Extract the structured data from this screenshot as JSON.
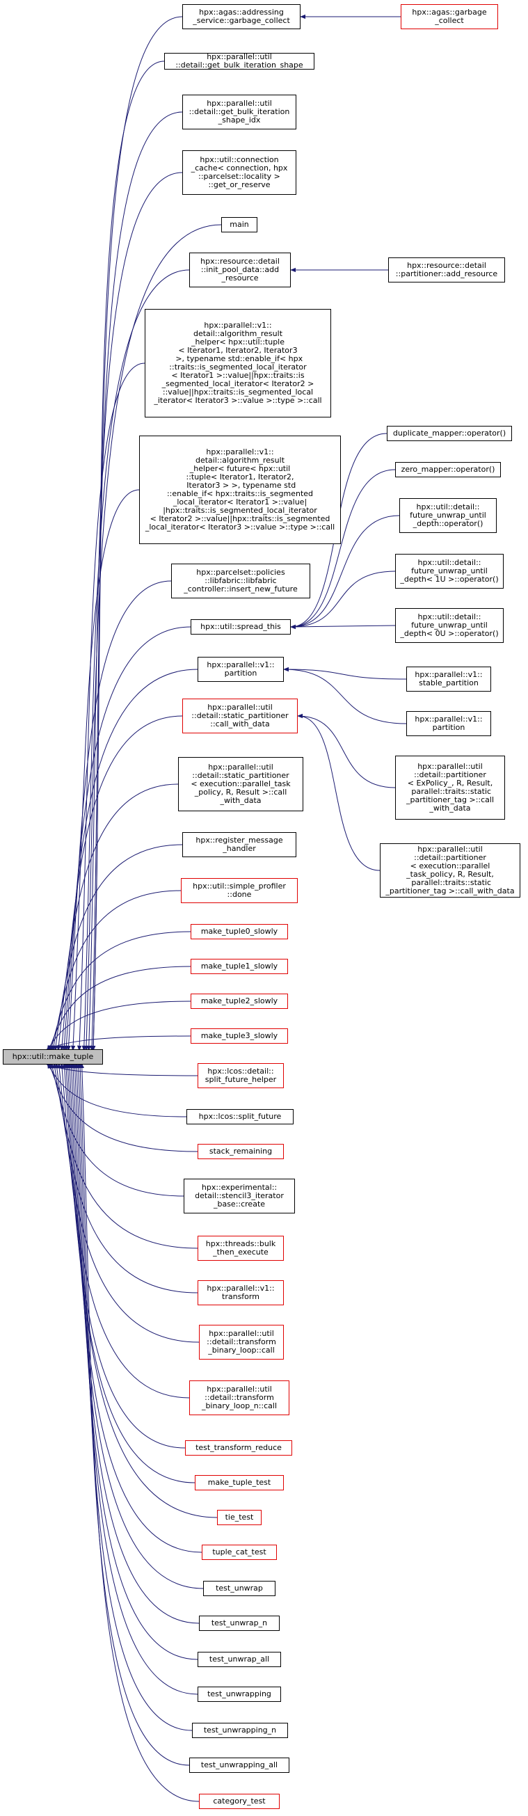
{
  "focus": {
    "label": "hpx::util::make_tuple"
  },
  "colors": {
    "edge": "#191970",
    "red_border": "#e00000",
    "black_border": "#000000",
    "focus_fill": "#bfbfbf"
  },
  "callers": [
    {
      "key": "addr_gc",
      "label": "hpx::agas::addressing\n_service::garbage_collect",
      "red": false
    },
    {
      "key": "bulk_shape",
      "label": "hpx::parallel::util\n::detail::get_bulk_iteration_shape",
      "red": false
    },
    {
      "key": "bulk_idx",
      "label": "hpx::parallel::util\n::detail::get_bulk_iteration\n_shape_idx",
      "red": false
    },
    {
      "key": "conn_cache",
      "label": "hpx::util::connection\n_cache< connection, hpx\n::parcelset::locality >\n::get_or_reserve",
      "red": false
    },
    {
      "key": "main",
      "label": "main",
      "red": false
    },
    {
      "key": "init_pool",
      "label": "hpx::resource::detail\n::init_pool_data::add\n_resource",
      "red": false
    },
    {
      "key": "algo_res1",
      "label": "hpx::parallel::v1::\ndetail::algorithm_result\n_helper< hpx::util::tuple\n< Iterator1, Iterator2, Iterator3\n >, typename std::enable_if< hpx\n::traits::is_segmented_local_iterator\n< Iterator1 >::value||hpx::traits::is\n_segmented_local_iterator< Iterator2 >\n::value||hpx::traits::is_segmented_local\n_iterator< Iterator3 >::value >::type >::call",
      "red": false
    },
    {
      "key": "algo_res2",
      "label": "hpx::parallel::v1::\ndetail::algorithm_result\n_helper< future< hpx::util\n::tuple< Iterator1, Iterator2,\n Iterator3 > >, typename std\n::enable_if< hpx::traits::is_segmented\n_local_iterator< Iterator1 >::value|\n|hpx::traits::is_segmented_local_iterator\n< Iterator2 >::value||hpx::traits::is_segmented\n_local_iterator< Iterator3 >::value >::type >::call",
      "red": false
    },
    {
      "key": "libfabric",
      "label": "hpx::parcelset::policies\n::libfabric::libfabric\n_controller::insert_new_future",
      "red": false
    },
    {
      "key": "spread",
      "label": "hpx::util::spread_this",
      "red": false
    },
    {
      "key": "partition",
      "label": "hpx::parallel::v1::\npartition",
      "red": false
    },
    {
      "key": "static_part",
      "label": "hpx::parallel::util\n::detail::static_partitioner\n::call_with_data",
      "red": true
    },
    {
      "key": "static_part_task",
      "label": "hpx::parallel::util\n::detail::static_partitioner\n< execution::parallel_task\n_policy, R, Result >::call\n_with_data",
      "red": false
    },
    {
      "key": "reg_msg",
      "label": "hpx::register_message\n_handler",
      "red": false
    },
    {
      "key": "simple_prof",
      "label": "hpx::util::simple_profiler\n::done",
      "red": true
    },
    {
      "key": "mt0",
      "label": "make_tuple0_slowly",
      "red": true
    },
    {
      "key": "mt1",
      "label": "make_tuple1_slowly",
      "red": true
    },
    {
      "key": "mt2",
      "label": "make_tuple2_slowly",
      "red": true
    },
    {
      "key": "mt3",
      "label": "make_tuple3_slowly",
      "red": true
    },
    {
      "key": "split_helper",
      "label": "hpx::lcos::detail::\nsplit_future_helper",
      "red": true
    },
    {
      "key": "split_future",
      "label": "hpx::lcos::split_future",
      "red": false
    },
    {
      "key": "stack_rem",
      "label": "stack_remaining",
      "red": true
    },
    {
      "key": "stencil",
      "label": "hpx::experimental::\ndetail::stencil3_iterator\n_base::create",
      "red": false
    },
    {
      "key": "bulk_then",
      "label": "hpx::threads::bulk\n_then_execute",
      "red": true
    },
    {
      "key": "transform",
      "label": "hpx::parallel::v1::\ntransform",
      "red": true
    },
    {
      "key": "tbl_call",
      "label": "hpx::parallel::util\n::detail::transform\n_binary_loop::call",
      "red": true
    },
    {
      "key": "tbl_n_call",
      "label": "hpx::parallel::util\n::detail::transform\n_binary_loop_n::call",
      "red": true
    },
    {
      "key": "ttr",
      "label": "test_transform_reduce",
      "red": true
    },
    {
      "key": "mtt",
      "label": "make_tuple_test",
      "red": true
    },
    {
      "key": "tie",
      "label": "tie_test",
      "red": true
    },
    {
      "key": "tct",
      "label": "tuple_cat_test",
      "red": true
    },
    {
      "key": "tu",
      "label": "test_unwrap",
      "red": false
    },
    {
      "key": "tun",
      "label": "test_unwrap_n",
      "red": false
    },
    {
      "key": "tua",
      "label": "test_unwrap_all",
      "red": false
    },
    {
      "key": "tuw",
      "label": "test_unwrapping",
      "red": false
    },
    {
      "key": "tuwn",
      "label": "test_unwrapping_n",
      "red": false
    },
    {
      "key": "tuwa",
      "label": "test_unwrapping_all",
      "red": false
    },
    {
      "key": "cat",
      "label": "category_test",
      "red": true
    }
  ],
  "second_level": [
    {
      "key": "agas_gc",
      "label": "hpx::agas::garbage\n_collect",
      "red": true
    },
    {
      "key": "partitioner_add",
      "label": "hpx::resource::detail\n::partitioner::add_resource",
      "red": false
    },
    {
      "key": "dup_mapper",
      "label": "duplicate_mapper::operator()",
      "red": false
    },
    {
      "key": "zero_mapper",
      "label": "zero_mapper::operator()",
      "red": false
    },
    {
      "key": "fut_unwrap_depth",
      "label": "hpx::util::detail::\nfuture_unwrap_until\n_depth::operator()",
      "red": false
    },
    {
      "key": "fut_unwrap_1u",
      "label": "hpx::util::detail::\nfuture_unwrap_until\n_depth< 1U >::operator()",
      "red": false
    },
    {
      "key": "fut_unwrap_0u",
      "label": "hpx::util::detail::\nfuture_unwrap_until\n_depth< 0U >::operator()",
      "red": false
    },
    {
      "key": "stable_part",
      "label": "hpx::parallel::v1::\nstable_partition",
      "red": false
    },
    {
      "key": "partition2",
      "label": "hpx::parallel::v1::\npartition",
      "red": false
    },
    {
      "key": "part_expolicy",
      "label": "hpx::parallel::util\n::detail::partitioner\n< ExPolicy_, R, Result,\n parallel::traits::static\n_partitioner_tag >::call\n_with_data",
      "red": false
    },
    {
      "key": "part_exec",
      "label": "hpx::parallel::util\n::detail::partitioner\n< execution::parallel\n_task_policy, R, Result,\n parallel::traits::static\n_partitioner_tag >::call_with_data",
      "red": false
    }
  ],
  "edges": [
    [
      "agas_gc",
      "addr_gc"
    ],
    [
      "partitioner_add",
      "init_pool"
    ],
    [
      "dup_mapper",
      "spread"
    ],
    [
      "zero_mapper",
      "spread"
    ],
    [
      "fut_unwrap_depth",
      "spread"
    ],
    [
      "fut_unwrap_1u",
      "spread"
    ],
    [
      "fut_unwrap_0u",
      "spread"
    ],
    [
      "stable_part",
      "partition"
    ],
    [
      "partition2",
      "partition"
    ],
    [
      "part_expolicy",
      "static_part"
    ],
    [
      "part_exec",
      "static_part"
    ]
  ]
}
